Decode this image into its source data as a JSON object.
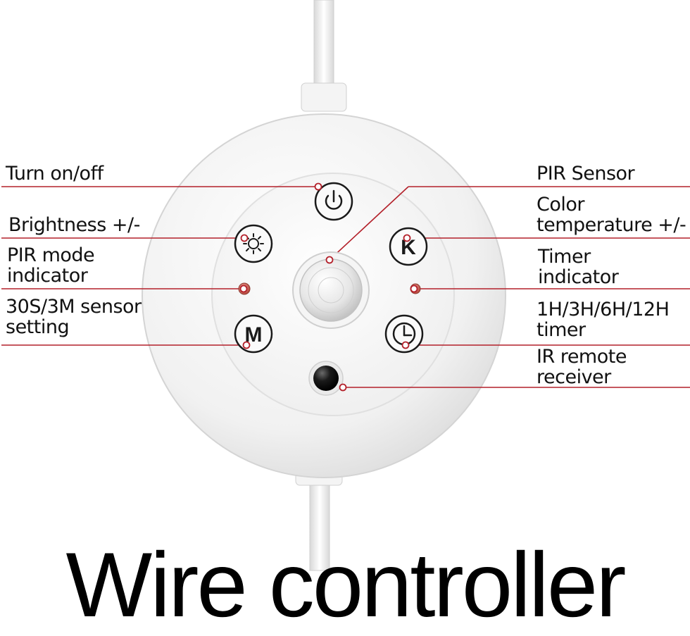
{
  "title": "Wire controller",
  "labels": {
    "turn_on_off": "Turn on/off",
    "brightness": "Brightness +/-",
    "pir_mode_1": "PIR mode",
    "pir_mode_2": "indicator",
    "sensor_setting_1": "30S/3M sensor",
    "sensor_setting_2": "setting",
    "pir_sensor": "PIR Sensor",
    "color_temp_1": "Color",
    "color_temp_2": "temperature +/-",
    "timer_indicator_1": "Timer",
    "timer_indicator_2": "indicator",
    "timer_1": "1H/3H/6H/12H",
    "timer_2": "timer",
    "ir_receiver_1": "IR remote",
    "ir_receiver_2": "receiver"
  },
  "buttons": {
    "k_button": "K",
    "m_button": "M"
  },
  "colors": {
    "leader_line": "#b3202a",
    "button_ring": "#1a1a1a",
    "indicator_led": "#c0392b",
    "body": "#f2f2f2"
  },
  "icons": {
    "power": "power-icon",
    "brightness": "sun-icon",
    "timer": "clock-icon",
    "pir": "pir-sensor-dome",
    "ir": "ir-receiver-lens"
  }
}
